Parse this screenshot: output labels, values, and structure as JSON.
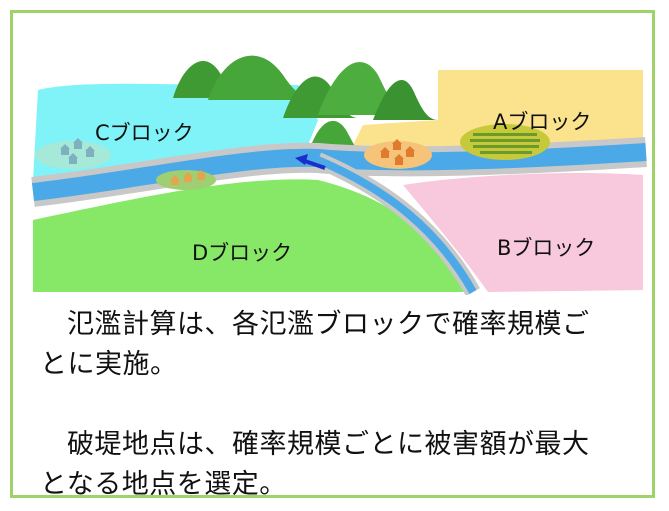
{
  "blocks": {
    "a": "Aブロック",
    "b": "Bブロック",
    "c": "Cブロック",
    "d": "Dブロック"
  },
  "paragraphs": [
    "氾濫計算は、各氾濫ブロックで確率規模ごとに実施。",
    "破堤地点は、確率規模ごとに被害額が最大となる地点を選定。"
  ],
  "colors": {
    "frame": "#9ed36a",
    "block_a": "#fbe28c",
    "block_b": "#f8c8dc",
    "block_c": "#7ff3f8",
    "block_d": "#86e866",
    "river": "#4aa9e6",
    "levee": "#c8c8c8",
    "mountain": "#3f9a34",
    "flow_arrow": "#1a2fc9"
  },
  "icons": [
    "house-cluster-icon",
    "rice-field-icon",
    "flow-arrow-icon",
    "mountain-icon"
  ]
}
